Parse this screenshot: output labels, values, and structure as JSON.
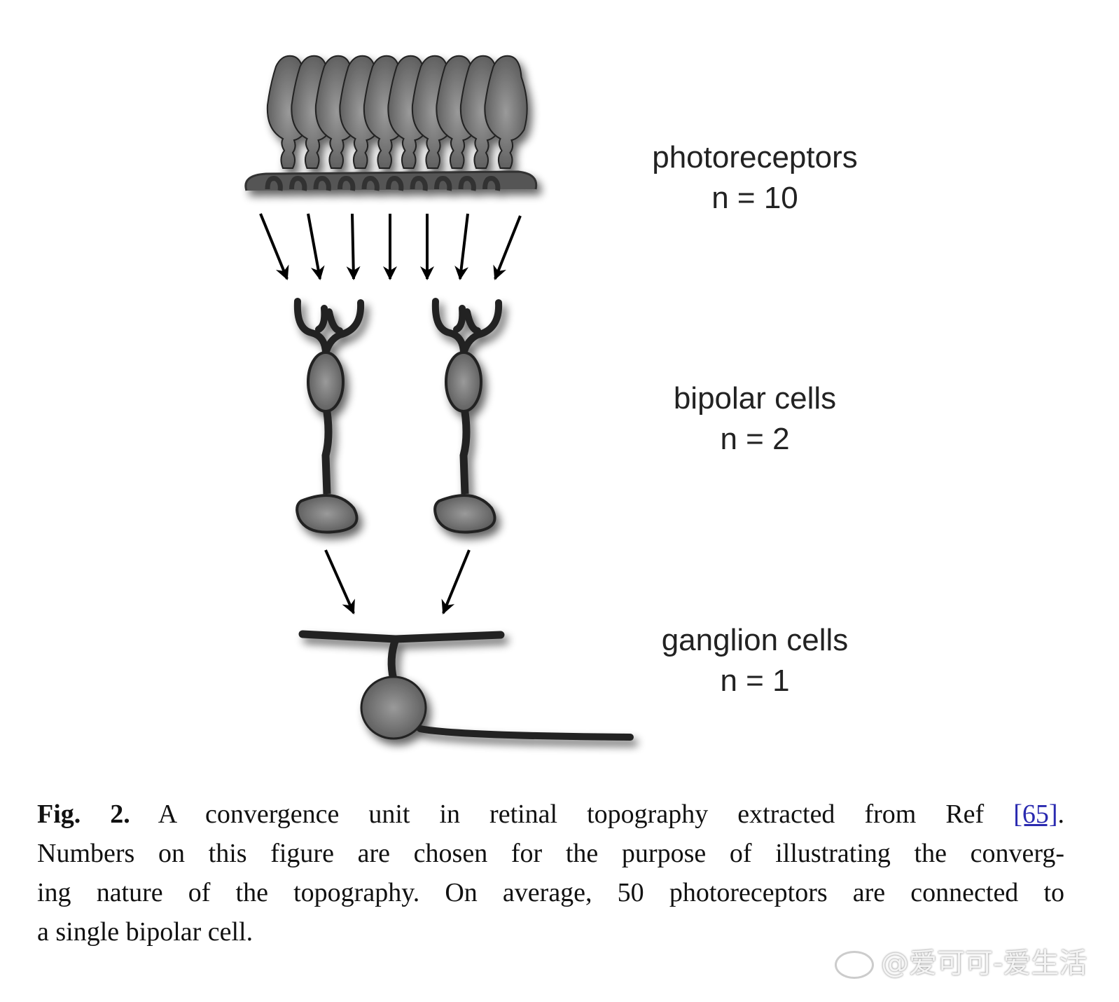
{
  "figure": {
    "labels": [
      {
        "name": "photoreceptors",
        "count": "n = 10"
      },
      {
        "name": "bipolar cells",
        "count": "n = 2"
      },
      {
        "name": "ganglion cells",
        "count": "n = 1"
      }
    ],
    "photoreceptor_count": 10,
    "bipolar_count": 2,
    "ganglion_count": 1
  },
  "caption": {
    "label": "Fig. 2.",
    "line1_text": "A convergence unit in retinal topography extracted from Ref",
    "ref": "[65]",
    "line1_end": ".",
    "line2": "Numbers on this figure are chosen for the purpose of illustrating the converg-",
    "line3": "ing nature of the topography. On average, 50 photoreceptors are connected to",
    "line4": "a single bipolar cell."
  },
  "watermark": "@爱可可-爱生活"
}
